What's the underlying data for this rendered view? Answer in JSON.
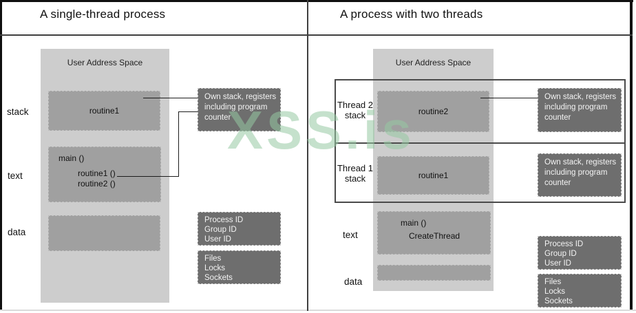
{
  "watermark": {
    "text": "XSS.is",
    "color": "#96c8a2"
  },
  "colors": {
    "column": "#cdcdcd",
    "medium_box": "#a0a0a0",
    "dark_box": "#6e6e6e",
    "dark_box_text": "#f3f3f3",
    "frame": "#101010",
    "divider": "#3f3f3f",
    "watermark_green": "rgba(150,200,162,0.55)"
  },
  "left": {
    "title": "A single-thread process",
    "column_label": "User Address Space",
    "labels": {
      "stack": "stack",
      "text": "text",
      "data": "data"
    },
    "routine1_box": "routine1",
    "main_box": [
      "main ()",
      "routine1 ()",
      "routine2 ()"
    ],
    "own_stack_note": [
      "Own stack, registers",
      "including program",
      "counter"
    ],
    "ids_note": [
      "Process ID",
      "Group ID",
      "User ID"
    ],
    "resources_note": [
      "Files",
      "Locks",
      "Sockets"
    ]
  },
  "right": {
    "title": "A process with two threads",
    "column_label": "User Address Space",
    "thread2_label": [
      "Thread 2",
      "stack"
    ],
    "thread1_label": [
      "Thread 1",
      "stack"
    ],
    "routine2_box": "routine2",
    "routine1_box": "routine1",
    "main_box": [
      "main ()",
      "CreateThread"
    ],
    "labels": {
      "text": "text",
      "data": "data"
    },
    "own_stack_note_thread2": [
      "Own stack, registers",
      "including program",
      "counter"
    ],
    "own_stack_note_thread1": [
      "Own stack, registers",
      "including program",
      "counter"
    ],
    "ids_note": [
      "Process ID",
      "Group ID",
      "User ID"
    ],
    "resources_note": [
      "Files",
      "Locks",
      "Sockets"
    ]
  }
}
